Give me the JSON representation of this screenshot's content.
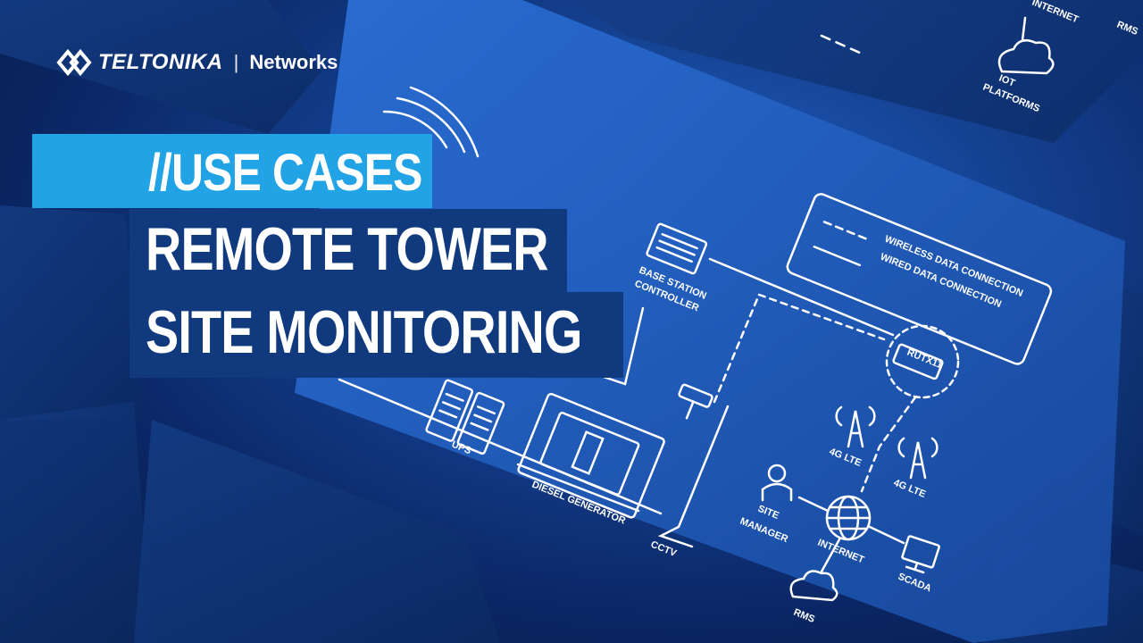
{
  "brand": {
    "name": "TELTONIKA",
    "separator": "|",
    "division": "Networks"
  },
  "category_label": "//USE CASES",
  "title": {
    "line1": "REMOTE TOWER",
    "line2": "SITE MONITORING"
  },
  "diagram": {
    "legend": {
      "wireless": "WIRELESS DATA CONNECTION",
      "wired": "WIRED DATA CONNECTION"
    },
    "nodes": {
      "base_station_1": "BASE STATION",
      "base_station_2": "CONTROLLER",
      "ups": "UPS",
      "diesel": "DIESEL GENERATOR",
      "cctv": "CCTV",
      "router": "RUTX11",
      "lte_left": "4G LTE",
      "lte_right": "4G LTE",
      "site_manager_1": "SITE",
      "site_manager_2": "MANAGER",
      "internet": "INTERNET",
      "scada": "SCADA",
      "rms": "RMS",
      "iot_1": "IOT",
      "iot_2": "PLATFORMS",
      "internet_top": "INTERNET",
      "rms_top": "RMS"
    }
  },
  "colors": {
    "accent": "#21a3e6",
    "title_bg": "#10397e",
    "line": "#ffffff"
  }
}
